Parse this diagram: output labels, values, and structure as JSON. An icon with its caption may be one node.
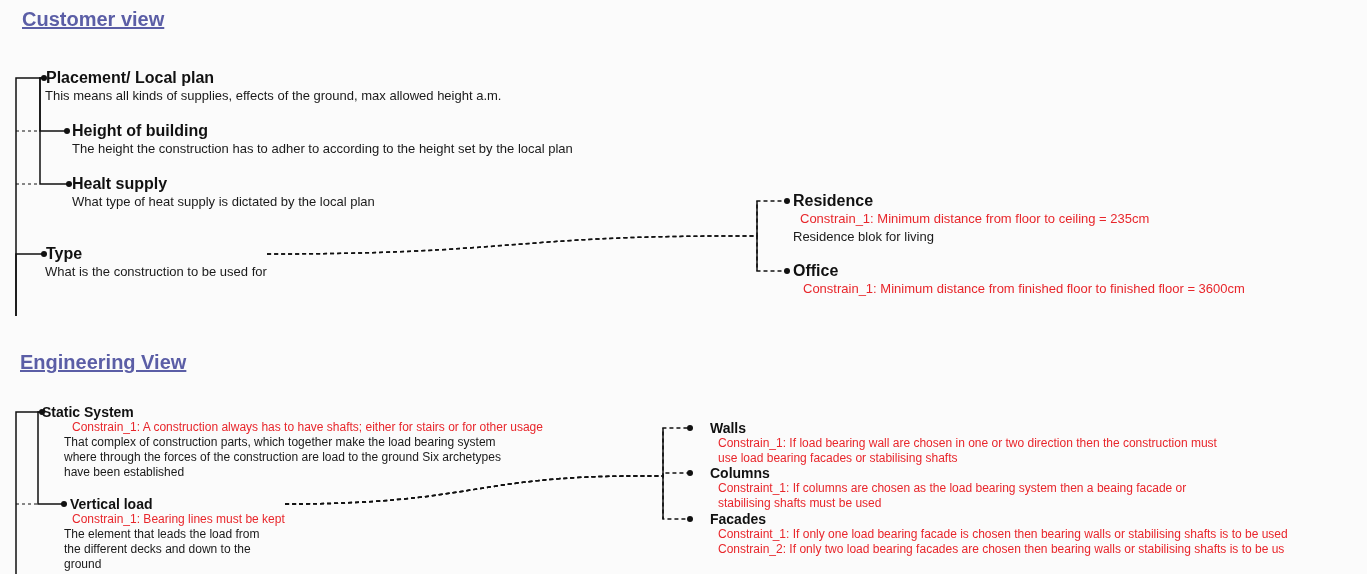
{
  "diagram": {
    "nodes": [
      {
        "text": [
          "Placement/ Local plan",
          "This means all kinds of supplies, effects of the ground, max allowed height a.m."
        ]
      },
      {
        "text": [
          "Height of building",
          "The height the construction has to adher to according to the height set by the local plan"
        ]
      },
      {
        "text": [
          "Healt supply",
          "What type of heat supply is dictated by the local plan"
        ]
      },
      {
        "text": [
          "Type",
          "What is the construction to be used for"
        ]
      },
      {
        "text": [
          "Residence",
          "Constrain_1: Minimum distance from floor to ceiling = 235cm",
          "Residence blok for living"
        ]
      },
      {
        "text": [
          "Office",
          "Constrain_1: Minimum distance from finished floor to finished floor = 3600cm"
        ]
      },
      {
        "text": [
          "Static System",
          "Constrain_1: A construction always has to have shafts; either for stairs or for other usage",
          "That complex of construction parts, which together make the load bearing system where through the forces of the construction are load to the ground Six archetypes have been established"
        ]
      },
      {
        "text": [
          "Vertical load",
          "Constrain_1: Bearing lines must be kept",
          "The element that leads the load from the different decks and down to the ground"
        ]
      },
      {
        "text": [
          "Walls",
          "Constrain_1: If load bearing wall are chosen in one or two direction then the construction must use load bearing facades or stabilising shafts"
        ]
      },
      {
        "text": [
          "Columns",
          "Constraint_1: If columns are chosen as the load bearing system then a beaing facade or stabilising shafts must be used"
        ]
      },
      {
        "text": [
          "Facades",
          "Constraint_1: If only one load bearing facade is chosen then bearing walls or stabilising shafts is to be used",
          "Constrain_2: If only two load bearing facades are chosen then bearing walls or stabilising shafts is to be us"
        ]
      }
    ],
    "edges": [
      {
        "from": null,
        "to": 0,
        "arrow": "other"
      },
      {
        "from": 0,
        "to": 1,
        "arrow": "other"
      },
      {
        "from": 0,
        "to": 2,
        "arrow": "other"
      },
      {
        "from": null,
        "to": 3,
        "arrow": "other"
      },
      {
        "from": 3,
        "to": 4,
        "arrow": "other",
        "style": "dashed"
      },
      {
        "from": 3,
        "to": 5,
        "arrow": "other",
        "style": "dashed"
      },
      {
        "from": null,
        "to": 6,
        "arrow": "other"
      },
      {
        "from": 6,
        "to": 7,
        "arrow": "other"
      },
      {
        "from": 7,
        "to": 8,
        "arrow": "other",
        "style": "dashed"
      },
      {
        "from": 7,
        "to": 9,
        "arrow": "other",
        "style": "dashed"
      },
      {
        "from": 7,
        "to": 10,
        "arrow": "other",
        "style": "dashed"
      }
    ],
    "labels": [
      "Customer view",
      "Engineering View"
    ]
  }
}
